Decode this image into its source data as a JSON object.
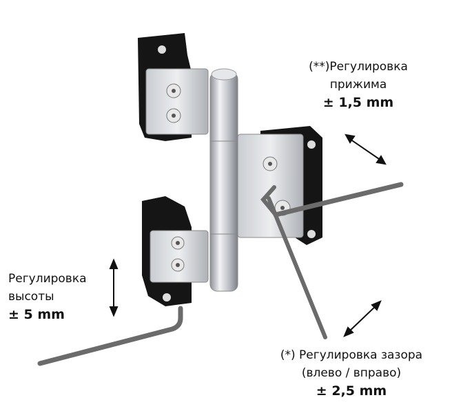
{
  "labels": {
    "press": {
      "line1": "(**)Регулировка",
      "line2": "прижима",
      "value": "± 1,5 mm"
    },
    "height": {
      "line1": "Регулировка",
      "line2": "высоты",
      "value": "± 5 mm"
    },
    "gap": {
      "line1": "(*) Регулировка зазора",
      "line2": "(влево / вправо)",
      "value": "± 2,5 mm"
    }
  }
}
